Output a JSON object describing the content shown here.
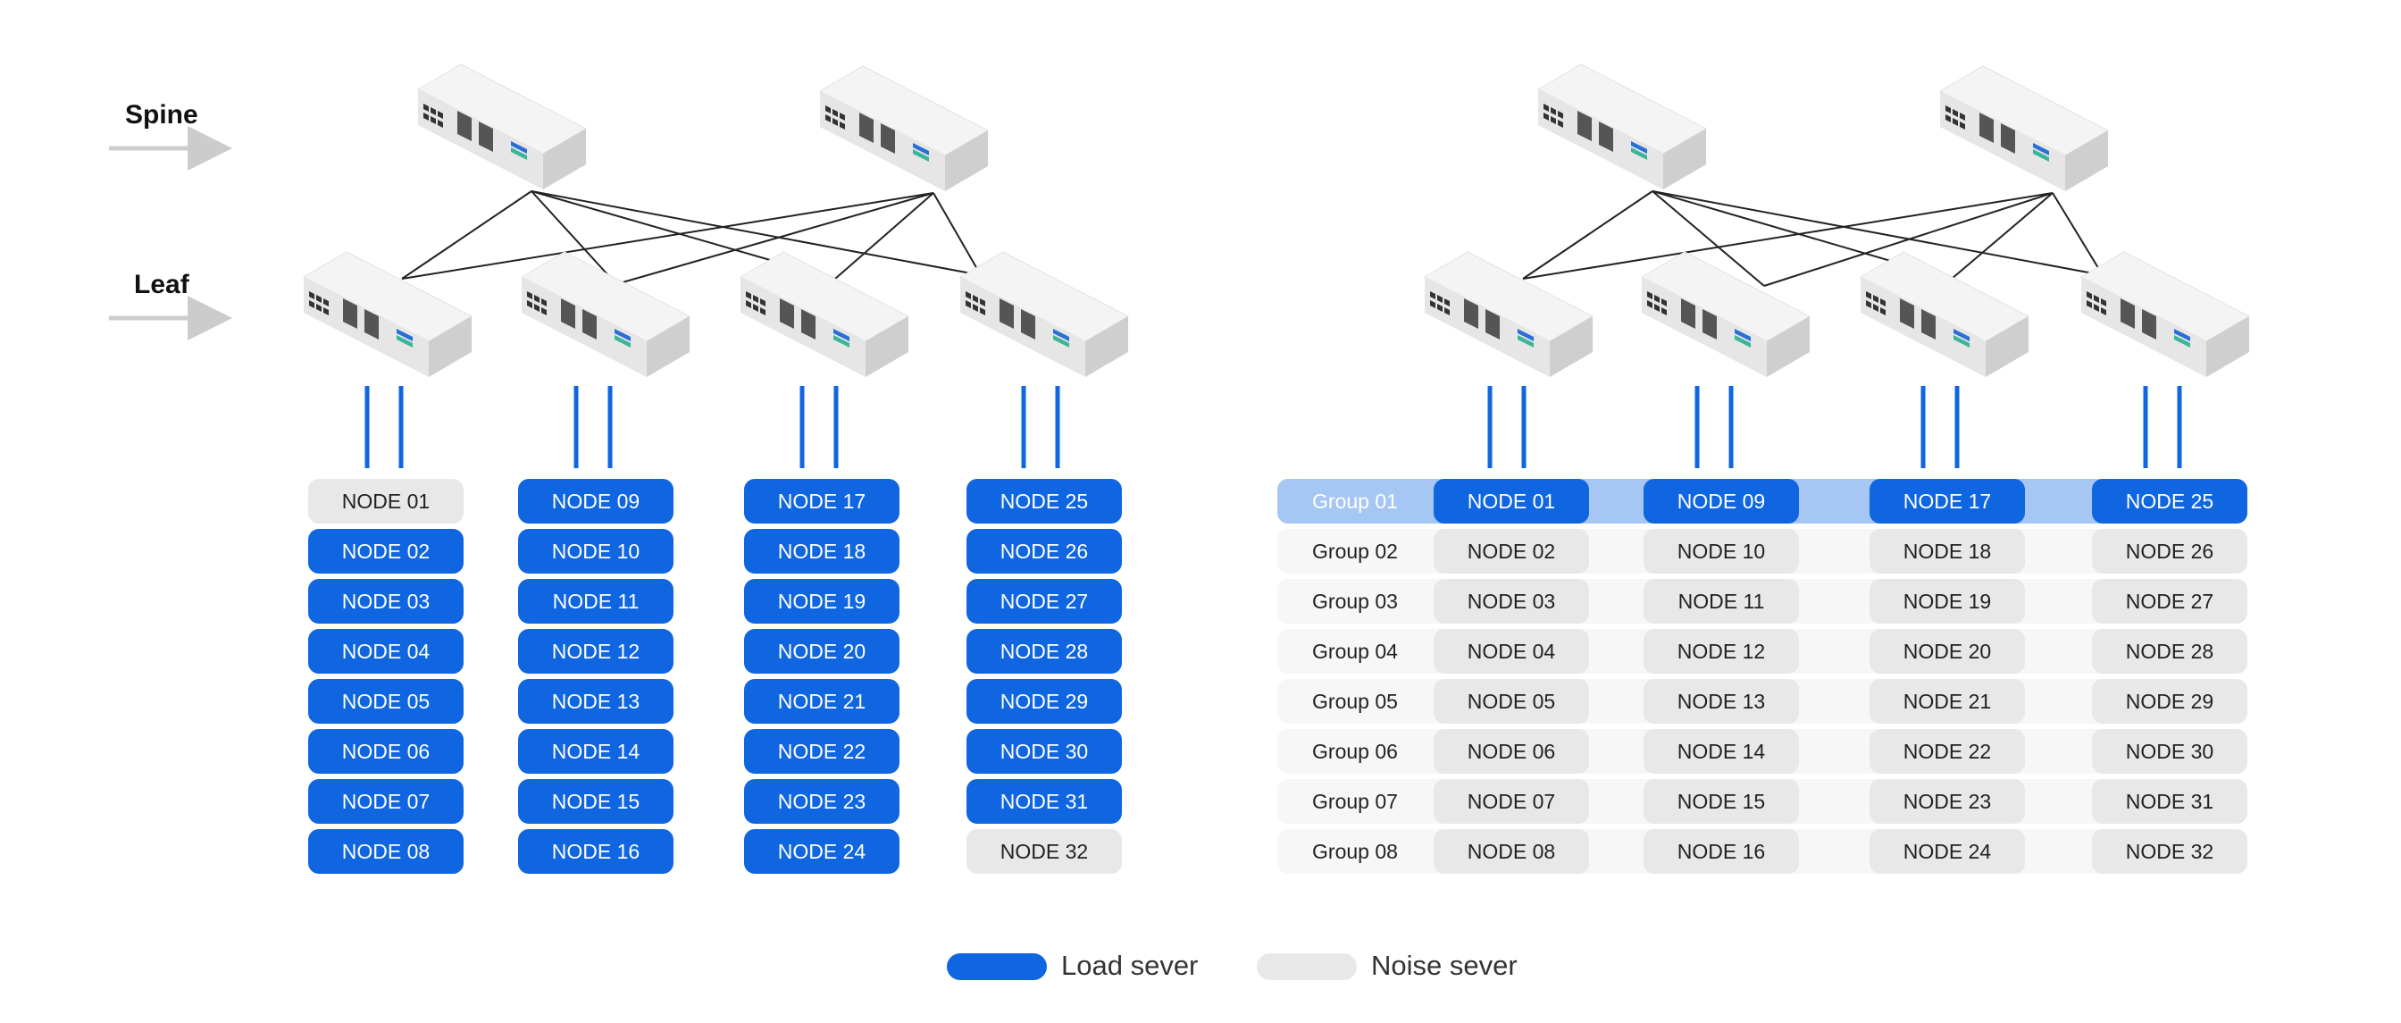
{
  "labels": {
    "spine": "Spine",
    "leaf": "Leaf"
  },
  "colors": {
    "load": "#0f66e0",
    "noise": "#e8e8e8",
    "group_highlight": "#a6c6f4",
    "link": "#0f66e0"
  },
  "left_columns": [
    {
      "nodes": [
        {
          "label": "NODE 01",
          "type": "noise"
        },
        {
          "label": "NODE 02",
          "type": "load"
        },
        {
          "label": "NODE 03",
          "type": "load"
        },
        {
          "label": "NODE 04",
          "type": "load"
        },
        {
          "label": "NODE 05",
          "type": "load"
        },
        {
          "label": "NODE 06",
          "type": "load"
        },
        {
          "label": "NODE 07",
          "type": "load"
        },
        {
          "label": "NODE 08",
          "type": "load"
        }
      ]
    },
    {
      "nodes": [
        {
          "label": "NODE 09",
          "type": "load"
        },
        {
          "label": "NODE 10",
          "type": "load"
        },
        {
          "label": "NODE 11",
          "type": "load"
        },
        {
          "label": "NODE 12",
          "type": "load"
        },
        {
          "label": "NODE 13",
          "type": "load"
        },
        {
          "label": "NODE 14",
          "type": "load"
        },
        {
          "label": "NODE 15",
          "type": "load"
        },
        {
          "label": "NODE 16",
          "type": "load"
        }
      ]
    },
    {
      "nodes": [
        {
          "label": "NODE 17",
          "type": "load"
        },
        {
          "label": "NODE 18",
          "type": "load"
        },
        {
          "label": "NODE 19",
          "type": "load"
        },
        {
          "label": "NODE 20",
          "type": "load"
        },
        {
          "label": "NODE 21",
          "type": "load"
        },
        {
          "label": "NODE 22",
          "type": "load"
        },
        {
          "label": "NODE 23",
          "type": "load"
        },
        {
          "label": "NODE 24",
          "type": "load"
        }
      ]
    },
    {
      "nodes": [
        {
          "label": "NODE 25",
          "type": "load"
        },
        {
          "label": "NODE 26",
          "type": "load"
        },
        {
          "label": "NODE 27",
          "type": "load"
        },
        {
          "label": "NODE 28",
          "type": "load"
        },
        {
          "label": "NODE 29",
          "type": "load"
        },
        {
          "label": "NODE 30",
          "type": "load"
        },
        {
          "label": "NODE 31",
          "type": "load"
        },
        {
          "label": "NODE 32",
          "type": "noise"
        }
      ]
    }
  ],
  "right_groups": [
    {
      "label": "Group 01",
      "highlighted": true,
      "nodes": [
        "NODE 01",
        "NODE 09",
        "NODE 17",
        "NODE 25"
      ]
    },
    {
      "label": "Group 02",
      "highlighted": false,
      "nodes": [
        "NODE 02",
        "NODE 10",
        "NODE 18",
        "NODE 26"
      ]
    },
    {
      "label": "Group 03",
      "highlighted": false,
      "nodes": [
        "NODE 03",
        "NODE 11",
        "NODE 19",
        "NODE 27"
      ]
    },
    {
      "label": "Group 04",
      "highlighted": false,
      "nodes": [
        "NODE 04",
        "NODE 12",
        "NODE 20",
        "NODE 28"
      ]
    },
    {
      "label": "Group 05",
      "highlighted": false,
      "nodes": [
        "NODE 05",
        "NODE 13",
        "NODE 21",
        "NODE 29"
      ]
    },
    {
      "label": "Group 06",
      "highlighted": false,
      "nodes": [
        "NODE 06",
        "NODE 14",
        "NODE 22",
        "NODE 30"
      ]
    },
    {
      "label": "Group 07",
      "highlighted": false,
      "nodes": [
        "NODE 07",
        "NODE 15",
        "NODE 23",
        "NODE 31"
      ]
    },
    {
      "label": "Group 08",
      "highlighted": false,
      "nodes": [
        "NODE 08",
        "NODE 16",
        "NODE 24",
        "NODE 32"
      ]
    }
  ],
  "legend": [
    {
      "label": "Load sever",
      "type": "load"
    },
    {
      "label": "Noise sever",
      "type": "noise"
    }
  ]
}
